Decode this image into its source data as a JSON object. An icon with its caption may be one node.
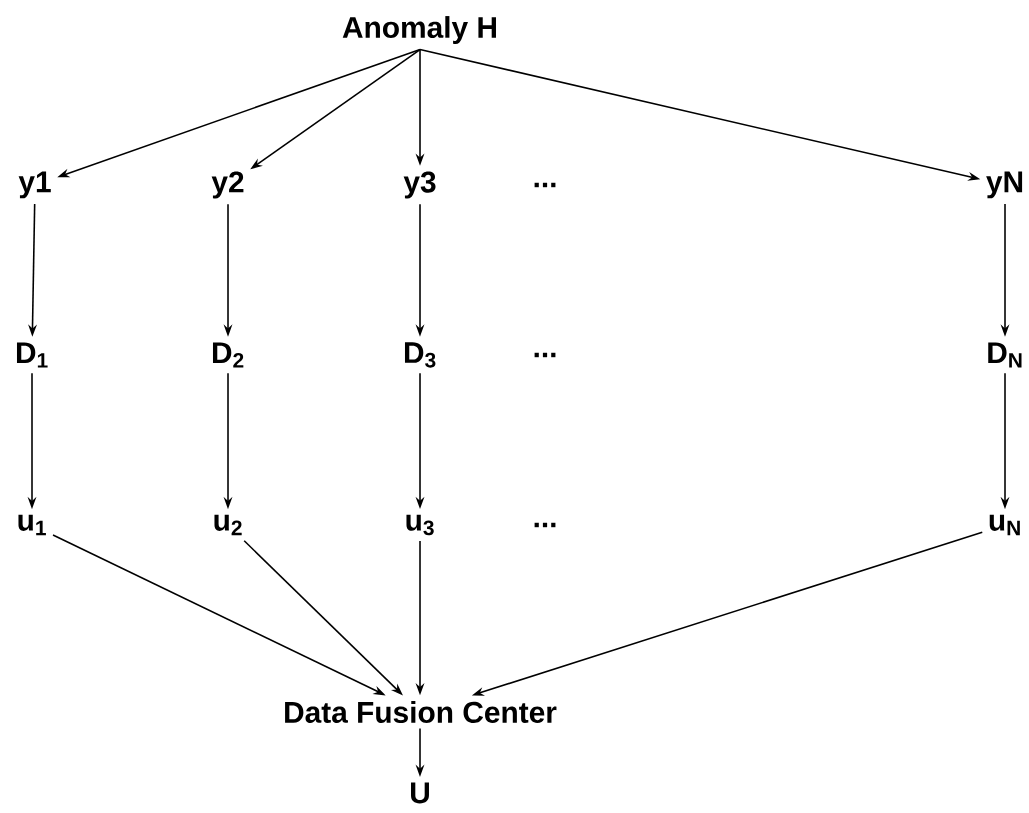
{
  "diagram": {
    "nodes": [
      {
        "text": [
          "Anomaly H"
        ]
      },
      {
        "text": [
          "y1"
        ]
      },
      {
        "text": [
          "y2"
        ]
      },
      {
        "text": [
          "y3"
        ]
      },
      {
        "text": [
          "yN"
        ]
      },
      {
        "text": [
          "D$_{1}$"
        ]
      },
      {
        "text": [
          "D$_{2}$"
        ]
      },
      {
        "text": [
          "D$_{3}$"
        ]
      },
      {
        "text": [
          "D$_{N}$"
        ]
      },
      {
        "text": [
          "u$_{1}$"
        ]
      },
      {
        "text": [
          "u$_{2}$"
        ]
      },
      {
        "text": [
          "u$_{3}$"
        ]
      },
      {
        "text": [
          "u$_{N}$"
        ]
      },
      {
        "text": [
          "Data Fusion Center"
        ]
      },
      {
        "text": [
          "U"
        ]
      }
    ],
    "edges": [
      {
        "from": 0,
        "to": 1,
        "arrow": "to"
      },
      {
        "from": 0,
        "to": 2,
        "arrow": "to"
      },
      {
        "from": 0,
        "to": 3,
        "arrow": "to"
      },
      {
        "from": 0,
        "to": 4,
        "arrow": "to"
      },
      {
        "from": 1,
        "to": 5,
        "arrow": "to"
      },
      {
        "from": 2,
        "to": 6,
        "arrow": "to"
      },
      {
        "from": 3,
        "to": 7,
        "arrow": "to"
      },
      {
        "from": 4,
        "to": 8,
        "arrow": "to"
      },
      {
        "from": 5,
        "to": 9,
        "arrow": "to"
      },
      {
        "from": 6,
        "to": 10,
        "arrow": "to"
      },
      {
        "from": 7,
        "to": 11,
        "arrow": "to"
      },
      {
        "from": 8,
        "to": 12,
        "arrow": "to"
      },
      {
        "from": 9,
        "to": 13,
        "arrow": "to"
      },
      {
        "from": 10,
        "to": 13,
        "arrow": "to"
      },
      {
        "from": 11,
        "to": 13,
        "arrow": "to"
      },
      {
        "from": 12,
        "to": 13,
        "arrow": "to"
      },
      {
        "from": 13,
        "to": 14,
        "arrow": "to"
      }
    ],
    "labels": [
      "...",
      "...",
      "..."
    ]
  }
}
